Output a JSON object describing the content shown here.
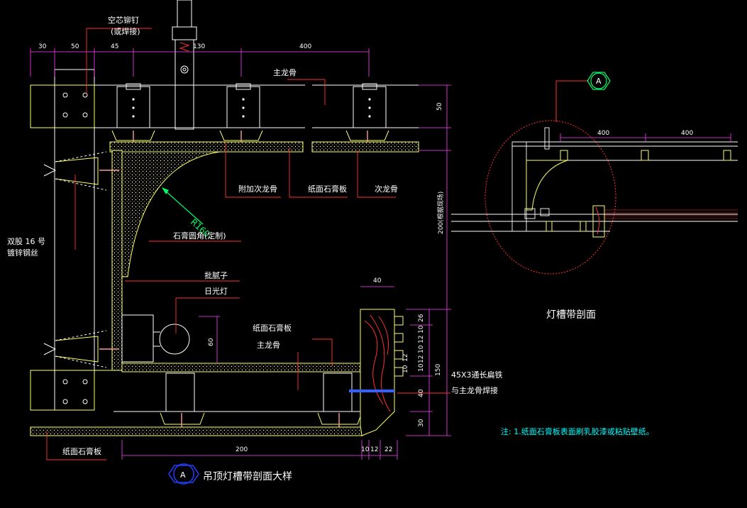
{
  "labels": {
    "anchor_bolt": "空芯铆钉",
    "anchor_bolt_note": "(或焊接)",
    "main_joist_top": "主龙骨",
    "extra_sub_joist": "附加次龙骨",
    "gypsum_board_top": "纸面石膏板",
    "sub_joist": "次龙骨",
    "gypsum_corner": "石膏圆角(定制)",
    "radius": "R160",
    "wire_1": "双股 16 号",
    "wire_2": "镀锌钢丝",
    "putty": "批腻子",
    "fluorescent": "日光灯",
    "gypsum_board_mid": "纸面石膏板",
    "main_joist_mid": "主龙骨",
    "flat_iron_1": "45X3通长扁铁",
    "flat_iron_2": "与主龙骨焊接",
    "gypsum_board_bottom": "纸面石膏板",
    "height_note": "200(根据现场)",
    "note": "注: 1.纸面石膏板表面刷乳胶漆或粘贴壁纸。"
  },
  "dims": {
    "top": [
      "30",
      "50",
      "45",
      "130",
      "400"
    ],
    "right_50": "50",
    "width_40": "40",
    "height_60": "60",
    "bottom_200": "200",
    "bottom_small": [
      "10",
      "12",
      "22"
    ],
    "vertical_profile": [
      "26",
      "10",
      "12",
      "10",
      "12",
      "10",
      "12",
      "10",
      "150",
      "40",
      "30"
    ],
    "section_400a": "400",
    "section_400b": "400"
  },
  "titles": {
    "main_marker": "A",
    "main_title": "吊顶灯槽带剖面大样",
    "section_marker": "A",
    "section_title": "灯槽带剖面"
  }
}
